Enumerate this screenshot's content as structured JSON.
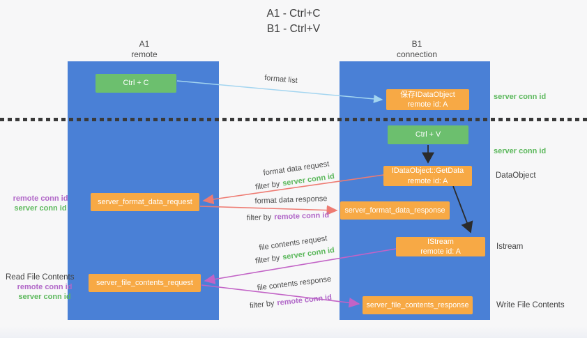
{
  "title": {
    "line1": "A1 - Ctrl+C",
    "line2": "B1 - Ctrl+V"
  },
  "columns": {
    "left": {
      "name": "A1",
      "subtitle": "remote"
    },
    "right": {
      "name": "B1",
      "subtitle": "connection"
    }
  },
  "nodes": {
    "ctrl_c": {
      "label": "Ctrl + C"
    },
    "save_idataobject": {
      "line1": "保存IDataObject",
      "line2": "remote id: A"
    },
    "ctrl_v": {
      "label": "Ctrl + V"
    },
    "getdata": {
      "line1": "IDataObject::GetData",
      "line2": "remote id: A"
    },
    "format_request": {
      "label": "server_format_data_request"
    },
    "format_response": {
      "label": "server_format_data_response"
    },
    "istream": {
      "line1": "IStream",
      "line2": "remote id: A"
    },
    "file_request": {
      "label": "server_file_contents_request"
    },
    "file_response": {
      "label": "server_file_contents_response"
    }
  },
  "annotations": {
    "format_list": "format list",
    "server_conn_id_top": "server conn id",
    "server_conn_id_mid": "server conn id",
    "dataobject": "DataObject",
    "istream_side": "Istream",
    "format_data_request": "format data request",
    "filter_by_server_1": {
      "prefix": "filter by",
      "id": "server conn id"
    },
    "format_data_response": "format data response",
    "filter_by_remote_1": {
      "prefix": "filter by",
      "id": "remote conn id"
    },
    "left_mid": {
      "remote": "remote conn id",
      "server": "server conn id"
    },
    "file_contents_request": "file contents request",
    "filter_by_server_2": {
      "prefix": "filter by",
      "id": "server conn id"
    },
    "read_file_contents": "Read File Contents",
    "left_bottom": {
      "remote": "remote conn id",
      "server": "server conn id"
    },
    "file_contents_response": "file contents response",
    "filter_by_remote_2": {
      "prefix": "filter by",
      "id": "remote conn id"
    },
    "write_file_contents": "Write File Contents"
  },
  "colors": {
    "pillar": "#4a80d6",
    "orange": "#f7a945",
    "green": "#6cbf6e",
    "green_text": "#5cb85c",
    "purple_text": "#b168c8",
    "salmon_arrow": "#ee7b72",
    "magenta_arrow": "#c263c6",
    "blue_arrow": "#a3d5f0",
    "black_arrow": "#2b2b2b"
  }
}
